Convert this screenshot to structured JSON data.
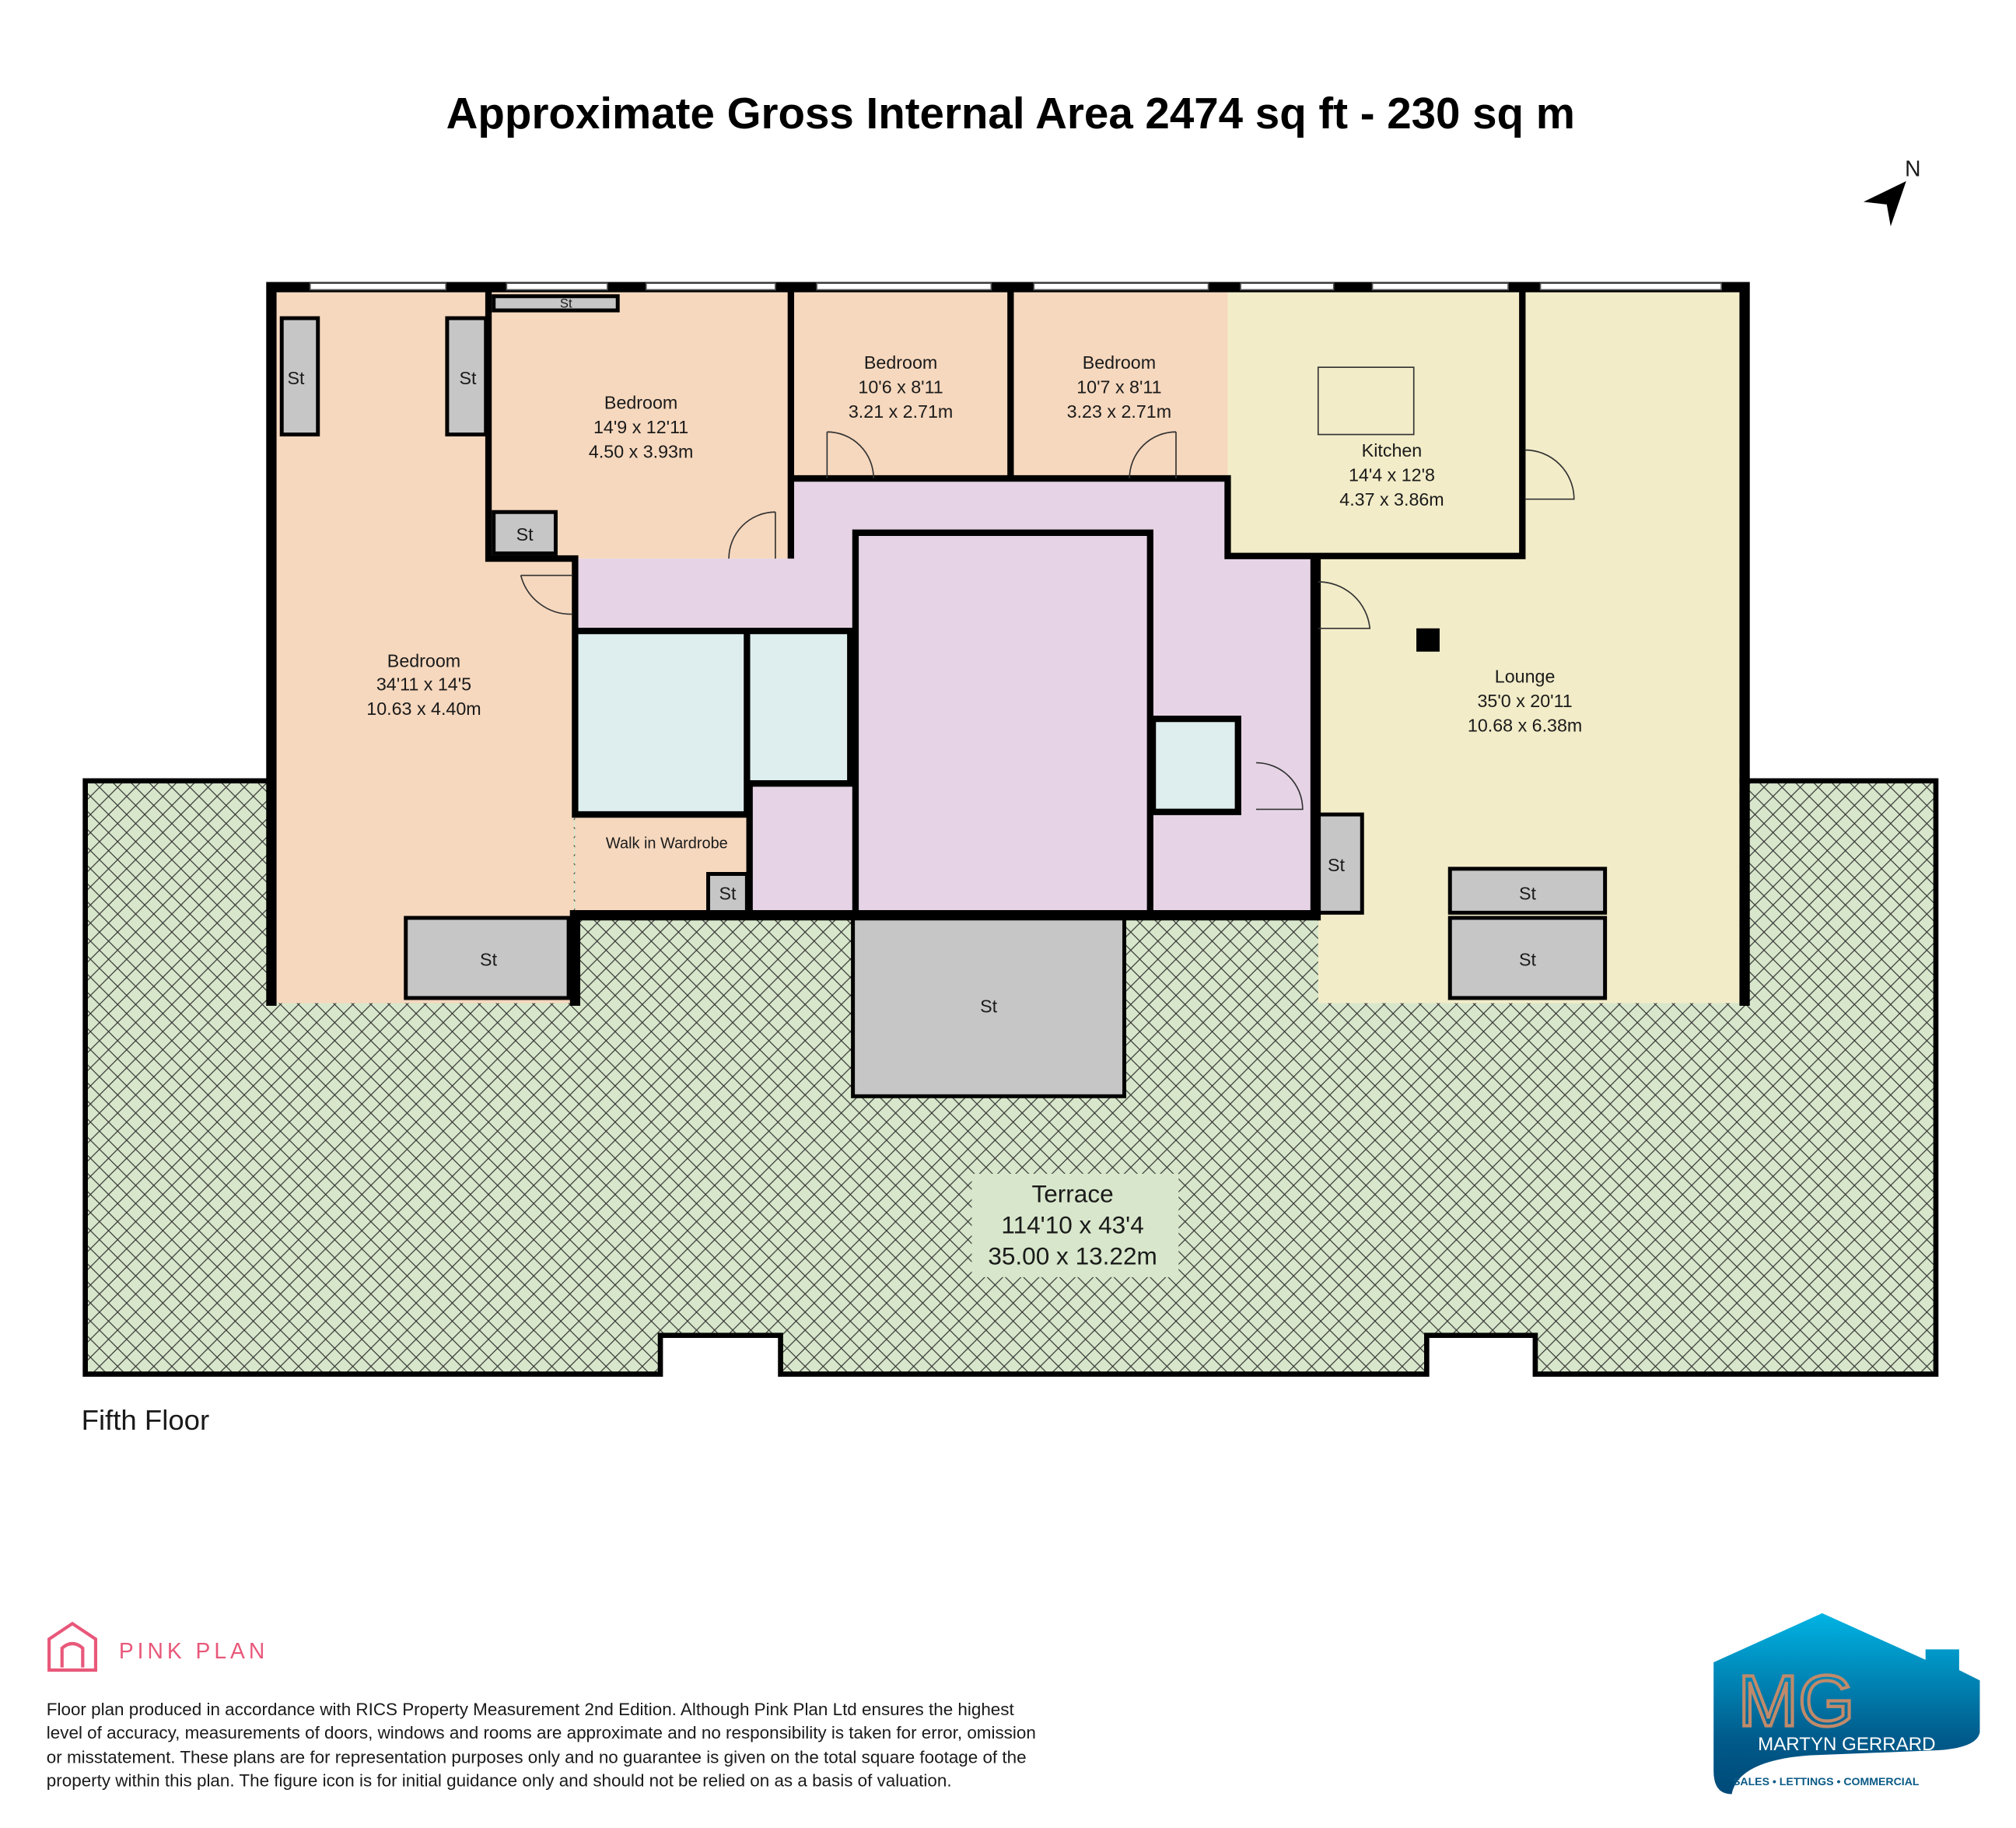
{
  "title": "Approximate Gross Internal Area 2474 sq ft - 230 sq m",
  "compass_label": "N",
  "floor_label": "Fifth Floor",
  "rooms": {
    "bedroom_main": {
      "name": "Bedroom",
      "imperial": "34'11 x 14'5",
      "metric": "10.63 x 4.40m"
    },
    "bedroom_2": {
      "name": "Bedroom",
      "imperial": "14'9 x 12'11",
      "metric": "4.50 x 3.93m"
    },
    "bedroom_3": {
      "name": "Bedroom",
      "imperial": "10'6 x 8'11",
      "metric": "3.21 x 2.71m"
    },
    "bedroom_4": {
      "name": "Bedroom",
      "imperial": "10'7 x 8'11",
      "metric": "3.23 x 2.71m"
    },
    "kitchen": {
      "name": "Kitchen",
      "imperial": "14'4 x 12'8",
      "metric": "4.37 x 3.86m"
    },
    "lounge": {
      "name": "Lounge",
      "imperial": "35'0 x 20'11",
      "metric": "10.68 x 6.38m"
    },
    "wardrobe": {
      "name": "Walk in Wardrobe"
    },
    "terrace": {
      "name": "Terrace",
      "imperial": "114'10 x 43'4",
      "metric": "35.00 x 13.22m"
    }
  },
  "storage_label": "St",
  "brand": {
    "name": "PINK PLAN",
    "color": "#e8587a"
  },
  "disclaimer": [
    "Floor plan produced in accordance with RICS Property Measurement 2nd Edition. Although Pink Plan Ltd ensures the highest",
    "level of accuracy, measurements of doors, windows and rooms are approximate and no responsibility is taken for error, omission",
    "or misstatement. These plans are for representation purposes only and no guarantee is given on the total square footage of the",
    "property within this plan. The figure icon is for initial guidance only and should not be relied on as a basis of valuation."
  ],
  "agent_logo": {
    "initials": "MG",
    "name": "MARTYN GERRARD",
    "tagline": "SALES • LETTINGS • COMMERCIAL"
  },
  "colors": {
    "bedroom": "#f6d8be",
    "hall": "#e6d4e6",
    "kitchen": "#f2ecc8",
    "bath": "#deeeee",
    "terrace": "#d8e7cb",
    "storage": "#c6c6c6"
  }
}
